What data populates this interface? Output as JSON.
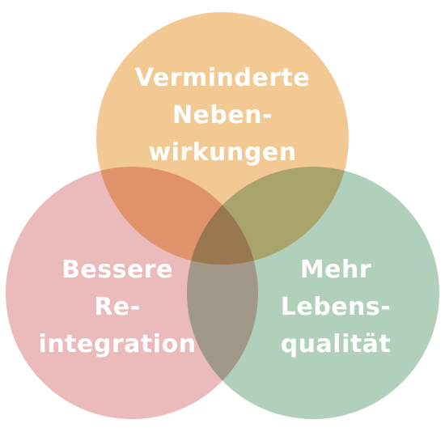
{
  "diagram": {
    "circles": [
      {
        "id": "top",
        "color": "#f2c48a",
        "lines": [
          "Verminderte",
          "Neben-",
          "wirkungen"
        ]
      },
      {
        "id": "left",
        "color": "#e8b0b0",
        "lines": [
          "Bessere",
          "Re-",
          "integration"
        ]
      },
      {
        "id": "right",
        "color": "#a5c9b3",
        "lines": [
          "Mehr",
          "Lebens-",
          "qualität"
        ]
      }
    ]
  }
}
